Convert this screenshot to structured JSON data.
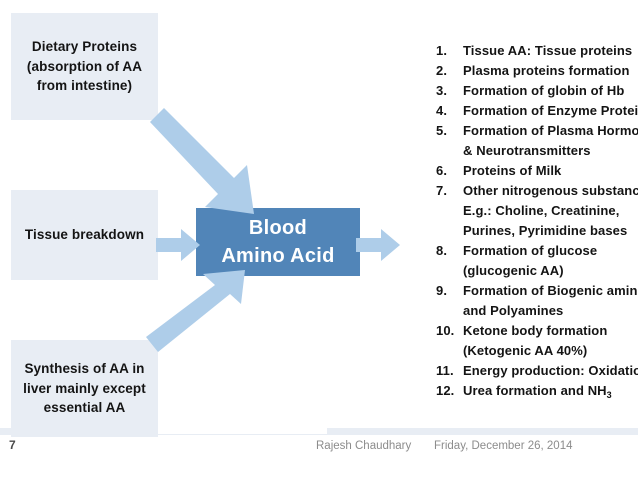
{
  "colors": {
    "source_box_fill": "#E8EDF4",
    "center_box_fill": "#5185B8",
    "center_box_text": "#FFFFFF",
    "arrow_fill": "#AECDE9",
    "body_text": "#141414",
    "footer_text": "#8C8C8C",
    "background": "#FFFFFF"
  },
  "sources": [
    {
      "id": "dietary",
      "label": "Dietary Proteins (absorption of  AA from intestine)"
    },
    {
      "id": "tissue",
      "label": "Tissue breakdown"
    },
    {
      "id": "synthesis",
      "label": "Synthesis of AA in liver mainly except essential AA"
    }
  ],
  "center": {
    "line1": "Blood",
    "line2": "Amino Acid"
  },
  "arrows": [
    {
      "id": "top-diagonal",
      "from": "dietary",
      "to": "center",
      "direction": "down-right"
    },
    {
      "id": "left-straight",
      "from": "tissue",
      "to": "center",
      "direction": "right"
    },
    {
      "id": "bottom-diagonal",
      "from": "synthesis",
      "to": "center",
      "direction": "up-right"
    },
    {
      "id": "right-out",
      "from": "center",
      "to": "outcome-list",
      "direction": "right"
    }
  ],
  "outcomes": [
    {
      "num": "1.",
      "text": "Tissue AA: Tissue proteins"
    },
    {
      "num": "2.",
      "text": "Plasma proteins formation"
    },
    {
      "num": "3.",
      "text": "Formation of globin of Hb"
    },
    {
      "num": "4.",
      "text": "Formation of Enzyme Proteins"
    },
    {
      "num": "5.",
      "text": "Formation of Plasma Hormones & Neurotransmitters"
    },
    {
      "num": "6.",
      "text": "Proteins of Milk"
    },
    {
      "num": "7.",
      "text": "Other nitrogenous substances. E.g.: Choline, Creatinine, Purines, Pyrimidine bases"
    },
    {
      "num": "8.",
      "text": "Formation of glucose (glucogenic AA)"
    },
    {
      "num": "9.",
      "text": "Formation of Biogenic amines and Polyamines"
    },
    {
      "num": "10.",
      "text": "Ketone body formation (Ketogenic AA 40%)"
    },
    {
      "num": "11.",
      "text": "Energy production: Oxidation"
    },
    {
      "num": "12.",
      "text": "Urea formation and NH",
      "subscript": "3"
    }
  ],
  "footer": {
    "slide_number": "7",
    "author": "Rajesh Chaudhary",
    "date": "Friday, December 26, 2014"
  }
}
